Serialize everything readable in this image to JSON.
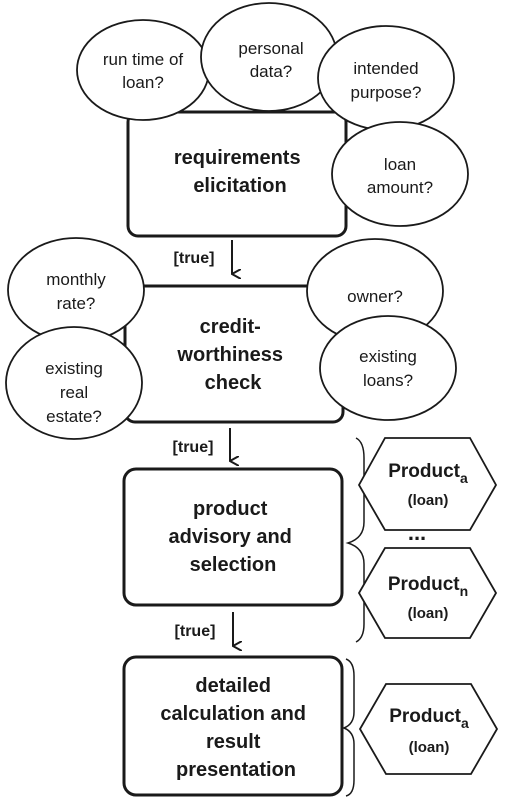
{
  "steps": [
    {
      "lines": [
        "requirements",
        "elicitation"
      ]
    },
    {
      "lines": [
        "credit-",
        "worthiness",
        "check"
      ]
    },
    {
      "lines": [
        "product",
        "advisory and",
        "selection"
      ]
    },
    {
      "lines": [
        "detailed",
        "calculation and",
        "result",
        "presentation"
      ]
    }
  ],
  "guards": [
    "[true]",
    "[true]",
    "[true]"
  ],
  "questions": {
    "runtime": [
      "run time of",
      "loan?"
    ],
    "personal": [
      "personal",
      "data?"
    ],
    "purpose": [
      "intended",
      "purpose?"
    ],
    "amount": [
      "loan",
      "amount?"
    ],
    "monthly": [
      "monthly",
      "rate?"
    ],
    "realestate": [
      "existing",
      "real",
      "estate?"
    ],
    "owner": [
      "owner?"
    ],
    "loans": [
      "existing",
      "loans?"
    ]
  },
  "products": [
    {
      "name": "Product",
      "subscript": "a",
      "type": "(loan)"
    },
    {
      "name": "Product",
      "subscript": "n",
      "type": "(loan)"
    },
    {
      "name": "Product",
      "subscript": "a",
      "type": "(loan)"
    }
  ],
  "ellipsis": "..."
}
